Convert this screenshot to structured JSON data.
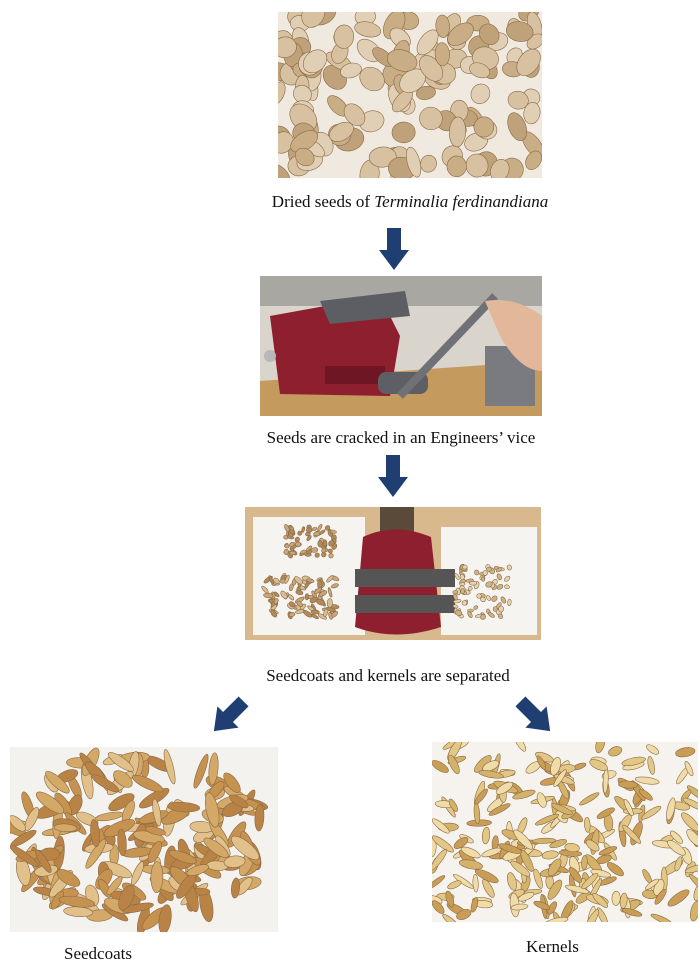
{
  "steps": {
    "dried": {
      "caption_prefix": "Dried seeds of ",
      "caption_species": "Terminalia ferdinandiana",
      "image": "seed-pile-photo"
    },
    "crack": {
      "caption": "Seeds are cracked in an Engineers’ vice",
      "image": "vice-photo"
    },
    "separate": {
      "caption": "Seedcoats and kernels are separated",
      "image": "separated-photo"
    }
  },
  "outputs": {
    "seedcoats": {
      "caption": "Seedcoats",
      "image": "seedcoats-photo"
    },
    "kernels": {
      "caption": "Kernels",
      "image": "kernels-photo"
    }
  },
  "colors": {
    "arrow": "#1f3f73",
    "vice_red": "#8e1f2e",
    "seed_tan": "#c9a57a",
    "kernel_gold": "#d8b36a"
  }
}
